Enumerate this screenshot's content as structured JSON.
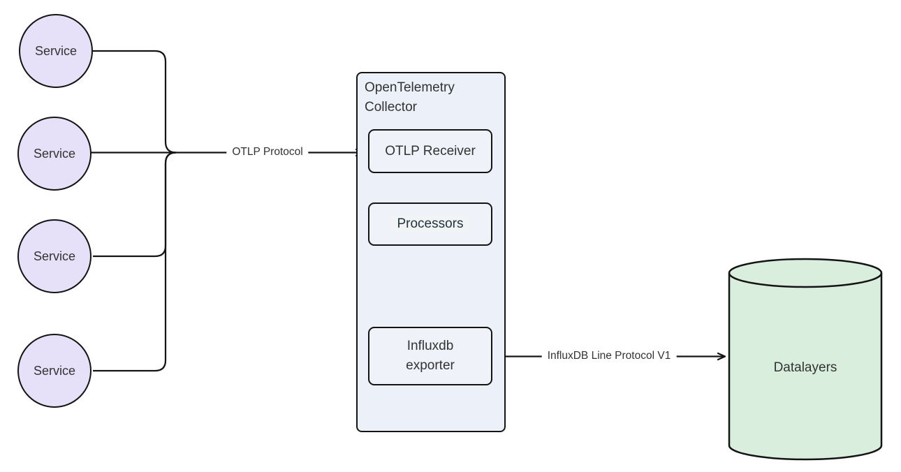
{
  "diagram": {
    "services": [
      "Service",
      "Service",
      "Service",
      "Service"
    ],
    "collector": {
      "title": "OpenTelemetry Collector",
      "receiver_label": "OTLP Receiver",
      "processors_label": "Processors",
      "exporter_label": "Influxdb exporter"
    },
    "database": {
      "label": "Datalayers"
    },
    "edge_labels": {
      "otlp": "OTLP Protocol",
      "influx": "InfluxDB Line Protocol V1"
    }
  },
  "colors": {
    "canvas_bg": "#FFFFFF",
    "service_fill": "#E6E0F8",
    "collector_fill": "#ECF0F9",
    "node_fill": "#EFF2F9",
    "processors_label_bg": "#F2F3F5",
    "processors_text": "#22343F",
    "database_fill": "#D9EEDC",
    "stroke": "#141414",
    "text": "#333333"
  }
}
